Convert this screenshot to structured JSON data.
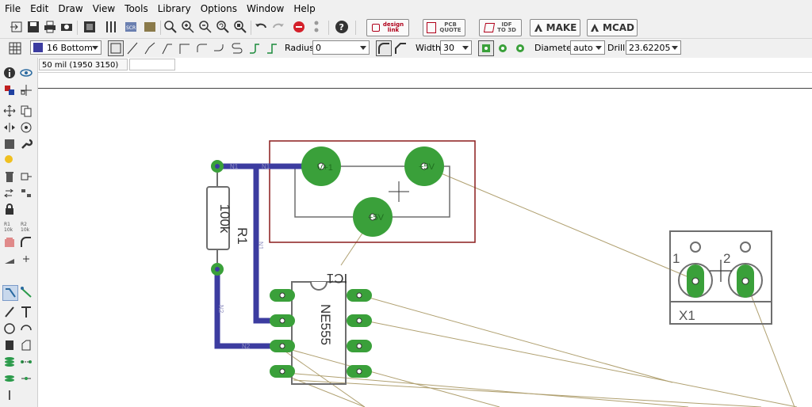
{
  "menu": [
    "File",
    "Edit",
    "Draw",
    "View",
    "Tools",
    "Library",
    "Options",
    "Window",
    "Help"
  ],
  "toolbar1": {
    "design_link": [
      "design",
      "link"
    ],
    "pcb_quote": [
      "PCB",
      "QUOTE"
    ],
    "idf_to_3d": [
      "IDF",
      "TO 3D"
    ],
    "make_label": "MAKE",
    "mcad_label": "MCAD"
  },
  "toolbar2": {
    "layer": "16 Bottom",
    "radius_label": "Radius:",
    "radius_value": "0",
    "width_label": "Width:",
    "width_value": "30",
    "diameter_label": "Diameter:",
    "diameter_value": "auto",
    "drill_label": "Drill:",
    "drill_value": "23.62205"
  },
  "command": {
    "coords": "50 mil (1950 3150)"
  },
  "board": {
    "colors": {
      "trace": "#3c3ca0",
      "pad": "#3aa03a",
      "airwire": "#b0a070",
      "outline": "#6e6e6e",
      "frame": "#8b1c1c"
    },
    "labels": {
      "r1_value": "100k",
      "r1_name": "R1",
      "ic1_name": "IC1",
      "ic1_value": "NE555",
      "x1_name": "X1",
      "x1_pin1": "1",
      "x1_pin2": "2",
      "pad_v1": "V+1",
      "pad_p5v_top": "+5V",
      "pad_p5v_bottom": "+5V",
      "net_n1a": "N1",
      "net_n1b": "N1",
      "net_n1c": "N1",
      "net_n2a": "N2",
      "net_n2b": "N2"
    }
  }
}
